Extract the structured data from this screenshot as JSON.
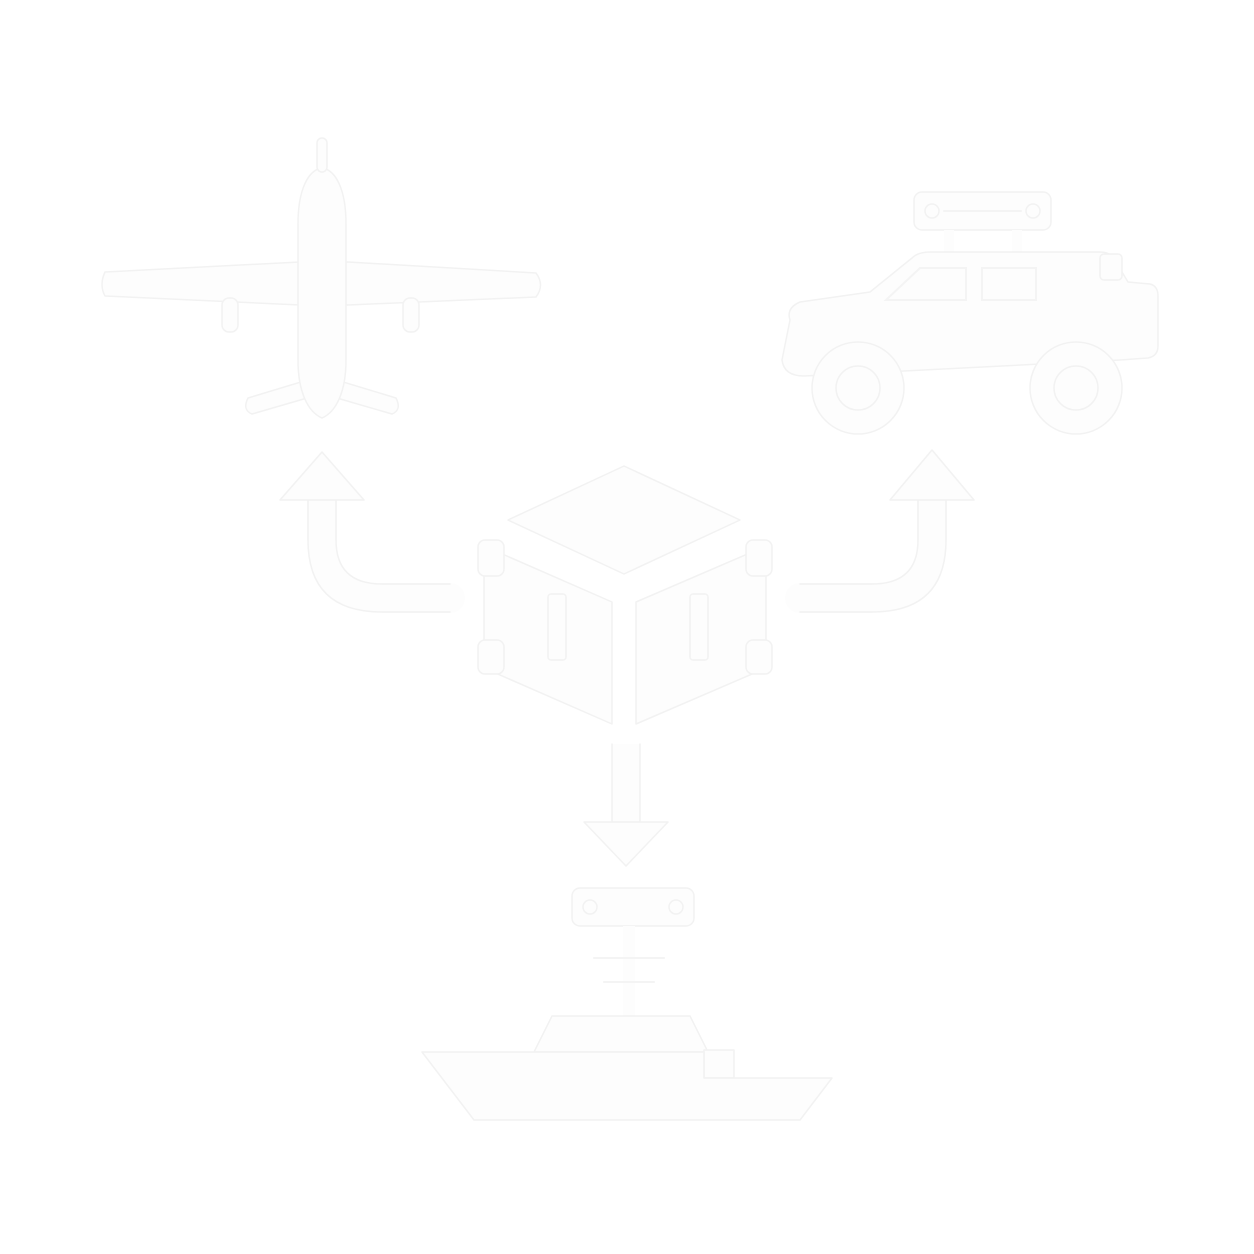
{
  "canvas": {
    "background": "#ffffff",
    "glyph_color": "#fdfdfd",
    "glyph_edge_color": "#f2f2f2"
  },
  "diagram": {
    "hub": {
      "icon": "package-box-icon"
    },
    "destinations": [
      {
        "icon": "airplane-icon"
      },
      {
        "icon": "suv-car-icon"
      },
      {
        "icon": "cargo-ship-icon"
      }
    ],
    "connectors": [
      {
        "from": "package-box-icon",
        "to": "airplane-icon",
        "arrow": "up"
      },
      {
        "from": "package-box-icon",
        "to": "suv-car-icon",
        "arrow": "up"
      },
      {
        "from": "package-box-icon",
        "to": "cargo-ship-icon",
        "arrow": "down"
      }
    ]
  }
}
